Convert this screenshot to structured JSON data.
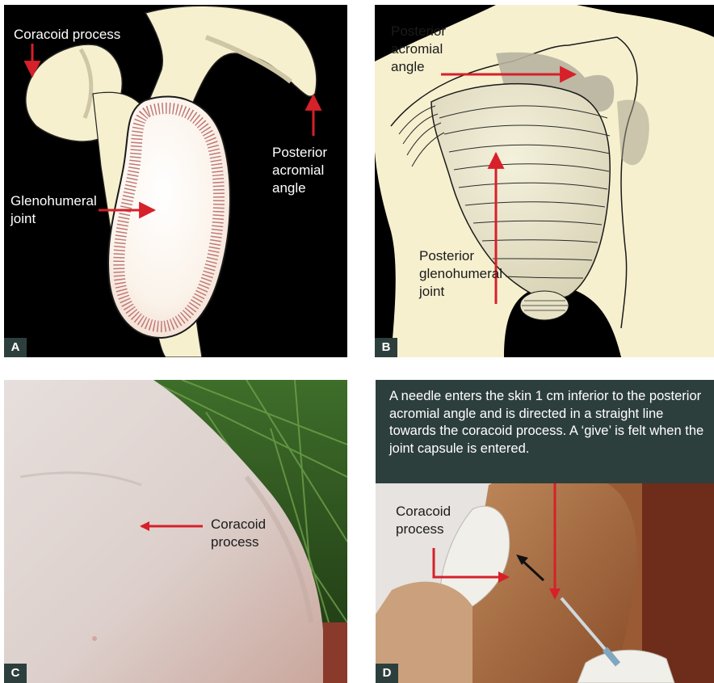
{
  "panels": {
    "a": {
      "tag": "A",
      "labels": {
        "coracoid": "Coracoid process",
        "posterior_acromial": "Posterior\nacromial\nangle",
        "glenohumeral": "Glenohumeral\njoint"
      }
    },
    "b": {
      "tag": "B",
      "labels": {
        "posterior_acromial": "Posterior\nacromial\nangle",
        "posterior_glenohumeral": "Posterior\nglenohumeral\njoint"
      }
    },
    "c": {
      "tag": "C",
      "labels": {
        "coracoid": "Coracoid\nprocess"
      }
    },
    "d": {
      "tag": "D",
      "caption": "A needle enters the skin 1 cm inferior to the posterior acromial angle and is directed in a straight line towards the coracoid process. A ‘give’ is felt when the joint capsule is entered.",
      "labels": {
        "coracoid": "Coracoid\nprocess"
      }
    }
  },
  "colors": {
    "arrow_red": "#d6202a",
    "tag_bg": "#2d3f3d",
    "bone": "#f6f0cf",
    "panel_bg": "#000000"
  }
}
